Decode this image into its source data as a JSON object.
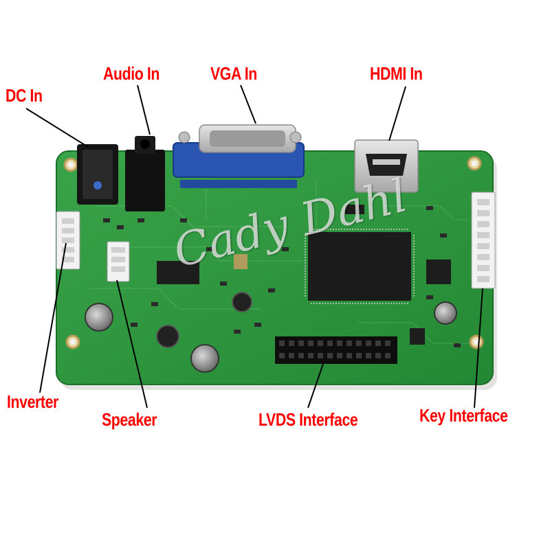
{
  "photo": {
    "subject": "green-circuit-board",
    "colors": {
      "pcb": "#2f9a3e",
      "pcb_dark": "#1f7a2e",
      "label": "#ff0000",
      "arrow": "#000000",
      "vga": "#2b55b3",
      "metal": "#c9c9c9",
      "chip": "#1a1a1a"
    }
  },
  "watermark": {
    "text": "Cady Dahl"
  },
  "callouts": {
    "dc_in": "DC In",
    "audio_in": "Audio In",
    "vga_in": "VGA In",
    "hdmi_in": "HDMI In",
    "inverter": "Inverter",
    "speaker": "Speaker",
    "lvds_interface": "LVDS Interface",
    "key_interface": "Key Interface"
  }
}
